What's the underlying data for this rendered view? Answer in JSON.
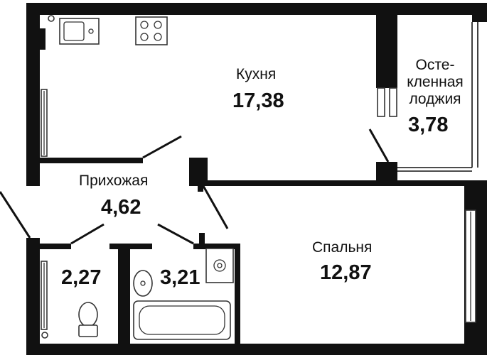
{
  "rooms": {
    "kitchen": {
      "name": "Кухня",
      "area": "17,38"
    },
    "loggia": {
      "name_lines": [
        "Осте-",
        "кленная",
        "лоджия"
      ],
      "area": "3,78"
    },
    "hallway": {
      "name": "Прихожая",
      "area": "4,62"
    },
    "wc": {
      "area": "2,27"
    },
    "bathroom": {
      "area": "3,21"
    },
    "bedroom": {
      "name": "Спальня",
      "area": "12,87"
    }
  },
  "colors": {
    "wall": "#111111",
    "background": "#ffffff",
    "fixture_stroke": "#333333"
  }
}
